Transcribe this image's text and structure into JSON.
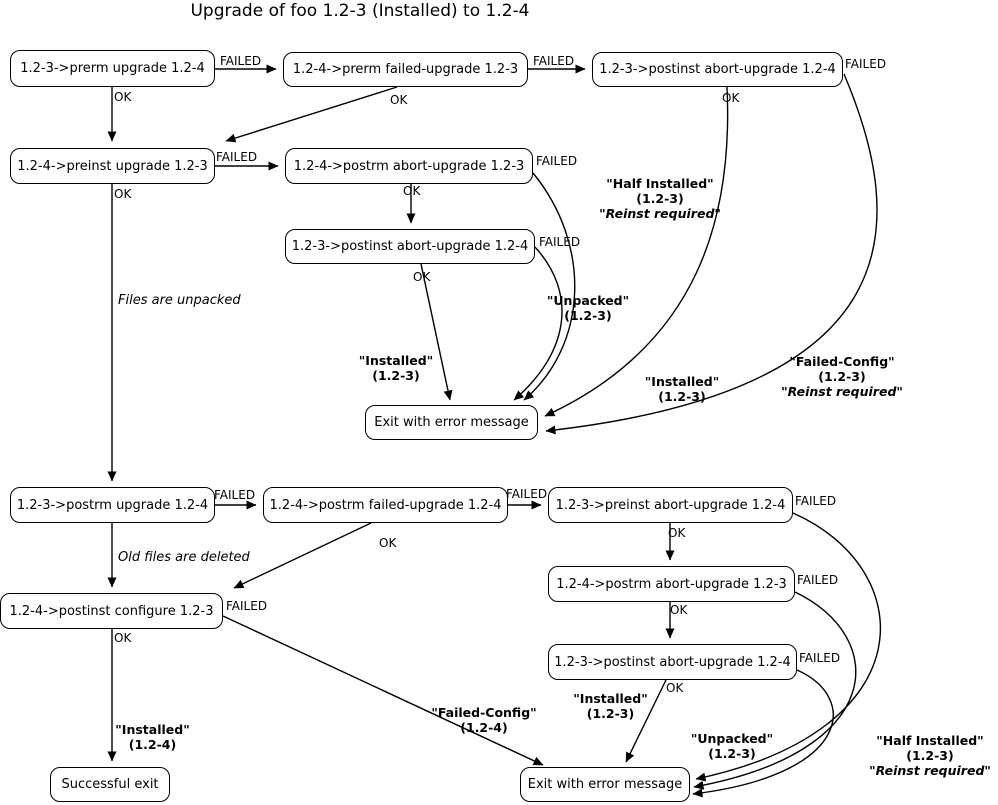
{
  "title": "Upgrade of foo 1.2-3 (Installed) to 1.2-4",
  "nodes": {
    "prerm_upgrade": "1.2-3->prerm upgrade 1.2-4",
    "prerm_failed_upgrade": "1.2-4->prerm failed-upgrade 1.2-3",
    "postinst_abort_upgrade_top": "1.2-3->postinst abort-upgrade 1.2-4",
    "preinst_upgrade": "1.2-4->preinst upgrade 1.2-3",
    "postrm_abort_upgrade_top": "1.2-4->postrm abort-upgrade 1.2-3",
    "postinst_abort_upgrade_mid": "1.2-3->postinst abort-upgrade 1.2-4",
    "exit_error_mid": "Exit with error message",
    "postrm_upgrade": "1.2-3->postrm upgrade 1.2-4",
    "postrm_failed_upgrade": "1.2-4->postrm failed-upgrade 1.2-4",
    "preinst_abort_upgrade": "1.2-3->preinst abort-upgrade 1.2-4",
    "postrm_abort_upgrade_bottom": "1.2-4->postrm abort-upgrade 1.2-3",
    "postinst_configure": "1.2-4->postinst configure 1.2-3",
    "postinst_abort_upgrade_bottom": "1.2-3->postinst abort-upgrade 1.2-4",
    "successful_exit": "Successful exit",
    "exit_error_bottom": "Exit with error message"
  },
  "labels": {
    "failed": "FAILED",
    "ok": "OK",
    "files_unpacked": "Files are unpacked",
    "old_files_deleted": "Old files are deleted"
  },
  "states": {
    "half_installed_top": {
      "line1": "\"Half Installed\"",
      "line2": "(1.2-3)",
      "line3": "\"Reinst required\""
    },
    "unpacked_top": {
      "line1": "\"Unpacked\"",
      "line2": "(1.2-3)"
    },
    "installed_mid_left": {
      "line1": "\"Installed\"",
      "line2": "(1.2-3)"
    },
    "installed_mid_right": {
      "line1": "\"Installed\"",
      "line2": "(1.2-3)"
    },
    "failed_config_top": {
      "line1": "\"Failed-Config\"",
      "line2": "(1.2-3)",
      "line3": "\"Reinst required\""
    },
    "installed_bottom_left": {
      "line1": "\"Installed\"",
      "line2": "(1.2-4)"
    },
    "failed_config_bottom": {
      "line1": "\"Failed-Config\"",
      "line2": "(1.2-4)"
    },
    "installed_bottom_mid": {
      "line1": "\"Installed\"",
      "line2": "(1.2-3)"
    },
    "unpacked_bottom": {
      "line1": "\"Unpacked\"",
      "line2": "(1.2-3)"
    },
    "half_installed_bottom": {
      "line1": "\"Half Installed\"",
      "line2": "(1.2-3)",
      "line3": "\"Reinst required\""
    }
  },
  "edges": [
    {
      "from": "prerm_upgrade",
      "to": "prerm_failed_upgrade",
      "result": "FAILED"
    },
    {
      "from": "prerm_failed_upgrade",
      "to": "postinst_abort_upgrade_top",
      "result": "FAILED"
    },
    {
      "from": "prerm_upgrade",
      "to": "preinst_upgrade",
      "result": "OK"
    },
    {
      "from": "prerm_failed_upgrade",
      "to": "preinst_upgrade",
      "result": "OK"
    },
    {
      "from": "preinst_upgrade",
      "to": "postrm_abort_upgrade_top",
      "result": "FAILED"
    },
    {
      "from": "postinst_abort_upgrade_top",
      "to": "exit_error_mid",
      "result": "OK",
      "state": "Installed (1.2-3)"
    },
    {
      "from": "postinst_abort_upgrade_top",
      "to": "exit_error_mid",
      "result": "FAILED",
      "state": "Failed-Config (1.2-3) Reinst required"
    },
    {
      "from": "preinst_upgrade",
      "to": "postrm_upgrade",
      "result": "OK",
      "note": "Files are unpacked"
    },
    {
      "from": "postrm_abort_upgrade_top",
      "to": "postinst_abort_upgrade_mid",
      "result": "OK"
    },
    {
      "from": "postrm_abort_upgrade_top",
      "to": "exit_error_mid",
      "result": "FAILED",
      "state": "Half Installed (1.2-3) Reinst required"
    },
    {
      "from": "postinst_abort_upgrade_mid",
      "to": "exit_error_mid",
      "result": "OK",
      "state": "Installed (1.2-3)"
    },
    {
      "from": "postinst_abort_upgrade_mid",
      "to": "exit_error_mid",
      "result": "FAILED",
      "state": "Unpacked (1.2-3)"
    },
    {
      "from": "postrm_upgrade",
      "to": "postrm_failed_upgrade",
      "result": "FAILED"
    },
    {
      "from": "postrm_upgrade",
      "to": "postinst_configure",
      "note": "Old files are deleted"
    },
    {
      "from": "postrm_failed_upgrade",
      "to": "postinst_configure",
      "result": "OK"
    },
    {
      "from": "postrm_failed_upgrade",
      "to": "preinst_abort_upgrade",
      "result": "FAILED"
    },
    {
      "from": "preinst_abort_upgrade",
      "to": "postrm_abort_upgrade_bottom",
      "result": "OK"
    },
    {
      "from": "preinst_abort_upgrade",
      "to": "exit_error_bottom",
      "result": "FAILED",
      "state": "Half Installed (1.2-3) Reinst required"
    },
    {
      "from": "postrm_abort_upgrade_bottom",
      "to": "postinst_abort_upgrade_bottom",
      "result": "OK"
    },
    {
      "from": "postrm_abort_upgrade_bottom",
      "to": "exit_error_bottom",
      "result": "FAILED",
      "state": "Half Installed (1.2-3) Reinst required"
    },
    {
      "from": "postinst_abort_upgrade_bottom",
      "to": "exit_error_bottom",
      "result": "OK",
      "state": "Installed (1.2-3)"
    },
    {
      "from": "postinst_abort_upgrade_bottom",
      "to": "exit_error_bottom",
      "result": "FAILED",
      "state": "Unpacked (1.2-3)"
    },
    {
      "from": "postinst_configure",
      "to": "successful_exit",
      "result": "OK",
      "state": "Installed (1.2-4)"
    },
    {
      "from": "postinst_configure",
      "to": "exit_error_bottom",
      "result": "FAILED",
      "state": "Failed-Config (1.2-4)"
    }
  ]
}
